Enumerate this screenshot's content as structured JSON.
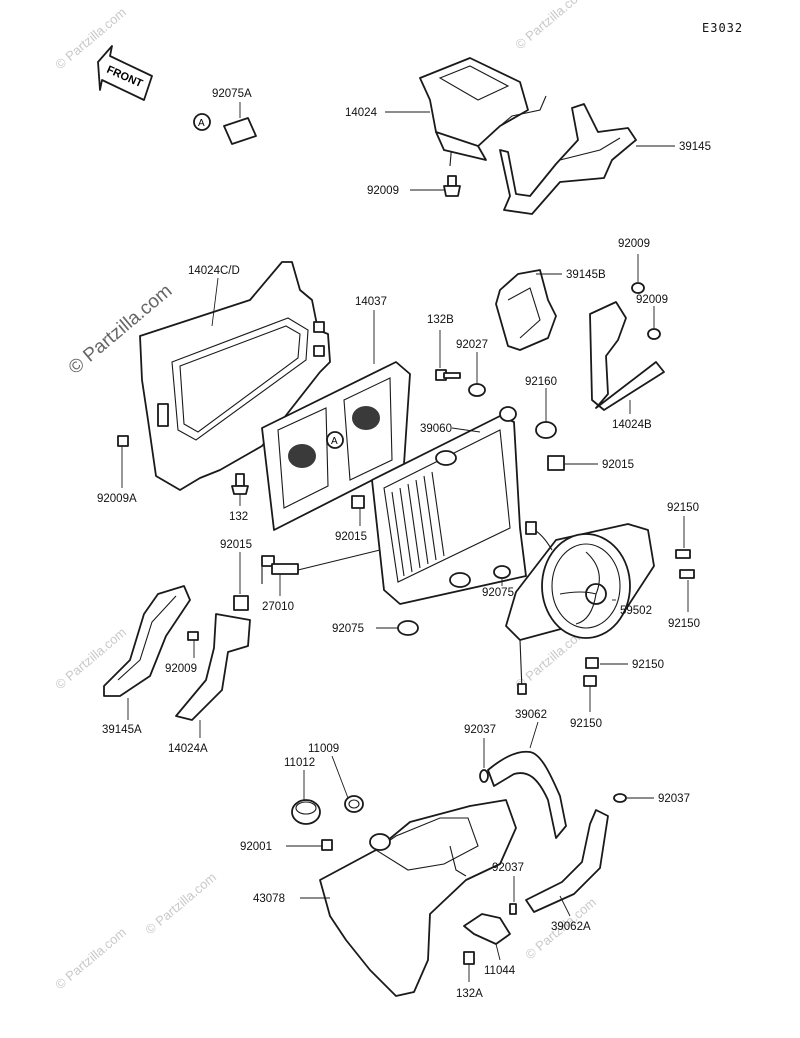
{
  "diagram_code": "E3032",
  "front_label": "FRONT",
  "watermark": "© Partzilla.com",
  "callout_letter": "A",
  "parts": {
    "p92075A": "92075A",
    "p14024": "14024",
    "p39145": "39145",
    "p92009_top": "92009",
    "p14024CD": "14024C/D",
    "p14037": "14037",
    "p132B": "132B",
    "p92027": "92027",
    "p39060": "39060",
    "p39145B": "39145B",
    "p92009_r1": "92009",
    "p92009_r2": "92009",
    "p92160": "92160",
    "p14024B": "14024B",
    "p92015_r": "92015",
    "p92009A": "92009A",
    "p132": "132",
    "p92015_c": "92015",
    "p92015_l": "92015",
    "p27010": "27010",
    "p92075_c": "92075",
    "p92075_l": "92075",
    "p92150_a": "92150",
    "p92150_b": "92150",
    "p59502": "59502",
    "p92150_c": "92150",
    "p92150_d": "92150",
    "p92009_l": "92009",
    "p39145A": "39145A",
    "p14024A": "14024A",
    "p92037_a": "92037",
    "p39062": "39062",
    "p11009": "11009",
    "p11012": "11012",
    "p92037_b": "92037",
    "p92001": "92001",
    "p92037_c": "92037",
    "p43078": "43078",
    "p39062A": "39062A",
    "p11044": "11044",
    "p132A": "132A"
  }
}
